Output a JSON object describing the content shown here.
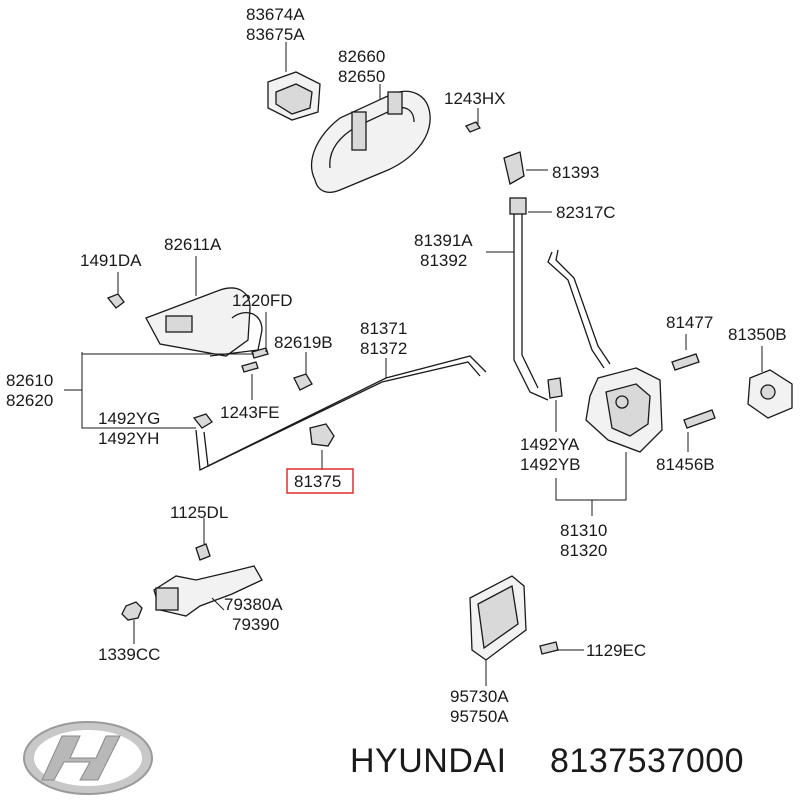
{
  "diagram": {
    "labels": {
      "p83674a": "83674A",
      "p83675a": "83675A",
      "p82660": "82660",
      "p82650": "82650",
      "p1243hx": "1243HX",
      "p81393": "81393",
      "p82317c": "82317C",
      "p81391a": "81391A",
      "p81392": "81392",
      "p1491da": "1491DA",
      "p82611a": "82611A",
      "p1220fd": "1220FD",
      "p82619b": "82619B",
      "p81371": "81371",
      "p81372": "81372",
      "p81477": "81477",
      "p81350b": "81350B",
      "p82610": "82610",
      "p82620": "82620",
      "p1243fe": "1243FE",
      "p1492yg": "1492YG",
      "p1492yh": "1492YH",
      "p1492ya": "1492YA",
      "p1492yb": "1492YB",
      "p81456b": "81456B",
      "p81375": "81375",
      "p81310": "81310",
      "p81320": "81320",
      "p1125dl": "1125DL",
      "p79380a": "79380A",
      "p79390": "79390",
      "p1339cc": "1339CC",
      "p1129ec": "1129EC",
      "p95730a": "95730A",
      "p95750a": "95750A"
    },
    "highlighted_part": "81375"
  },
  "brand": {
    "name": "HYUNDAI",
    "part_number": "8137537000",
    "logo_icon": "hyundai-logo-icon"
  },
  "colors": {
    "highlight": "#e03030",
    "line": "#1a1a1a",
    "background": "#ffffff"
  }
}
